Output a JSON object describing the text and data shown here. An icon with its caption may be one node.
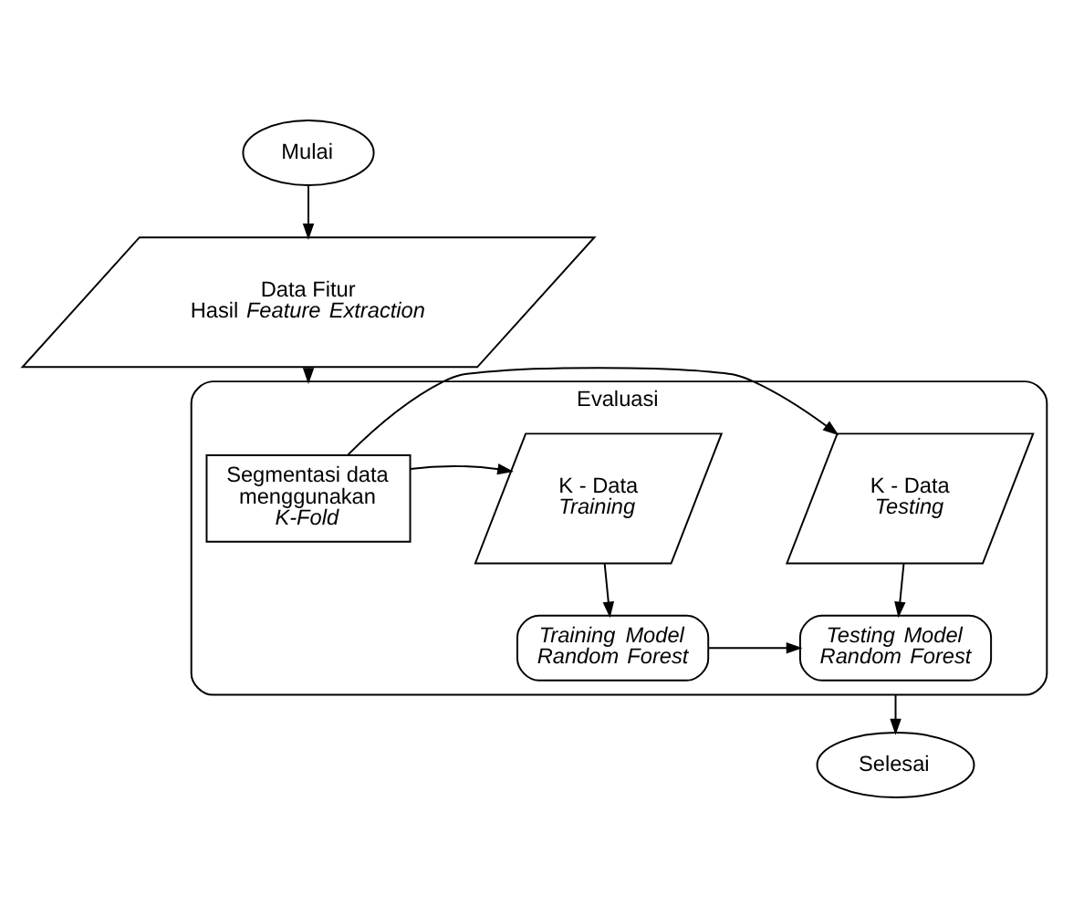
{
  "diagram": {
    "nodes": [
      {
        "text": [
          "Mulai"
        ]
      },
      {
        "text": [
          "Data Fitur Hasil *Feature Extraction*"
        ]
      },
      {
        "text": [
          "Evaluasi"
        ]
      },
      {
        "text": [
          "K - Data *Training*"
        ],
        "in": 2
      },
      {
        "text": [
          "Segmentasi data menggunakan *K-Fold*"
        ],
        "in": 2
      },
      {
        "text": [
          "K - Data *Testing*"
        ],
        "in": 2
      },
      {
        "text": [
          "Training Model Random Forest"
        ],
        "in": 2
      },
      {
        "text": [
          "Testing Model Random Forest"
        ],
        "in": 2
      },
      {
        "text": [
          "Selesai"
        ]
      }
    ],
    "edges": [
      {
        "from": 0,
        "to": 1,
        "arrow": "to"
      },
      {
        "from": 1,
        "to": 2,
        "arrow": "to"
      },
      {
        "from": 4,
        "to": 3,
        "arrow": "to"
      },
      {
        "from": 4,
        "to": 5,
        "arrow": "to"
      },
      {
        "from": 3,
        "to": 6,
        "arrow": "to"
      },
      {
        "from": 6,
        "to": 7,
        "arrow": "to"
      },
      {
        "from": 5,
        "to": 7,
        "arrow": "to"
      },
      {
        "from": 2,
        "to": 8,
        "arrow": "to"
      }
    ]
  }
}
